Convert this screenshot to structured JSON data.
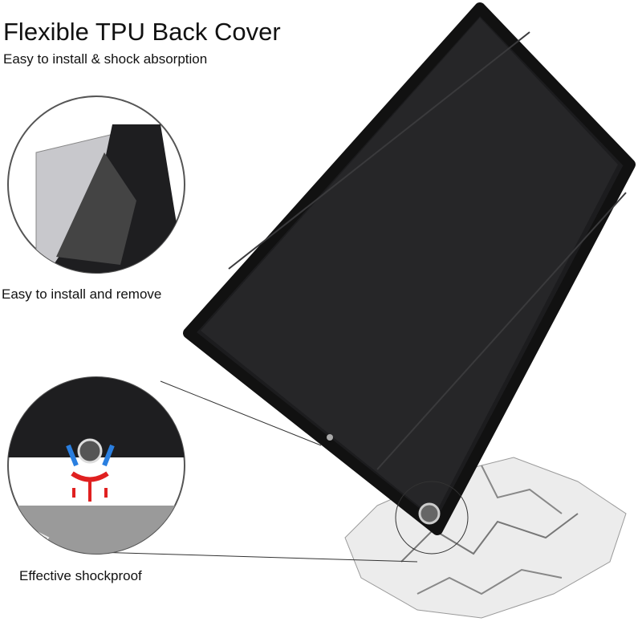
{
  "header": {
    "title": "Flexible TPU Back Cover",
    "subtitle": "Easy to install & shock absorption"
  },
  "features": [
    {
      "caption": "Easy to install and remove",
      "icon": "tablet-cover-peel-icon"
    },
    {
      "caption": "Effective shockproof",
      "icon": "camera-corner-shock-icon"
    }
  ],
  "colors": {
    "case": "#1c1c1e",
    "shock_arrows": "#e02020",
    "impact_arrows": "#2a7fe0",
    "ground": "#9a9a9a"
  }
}
